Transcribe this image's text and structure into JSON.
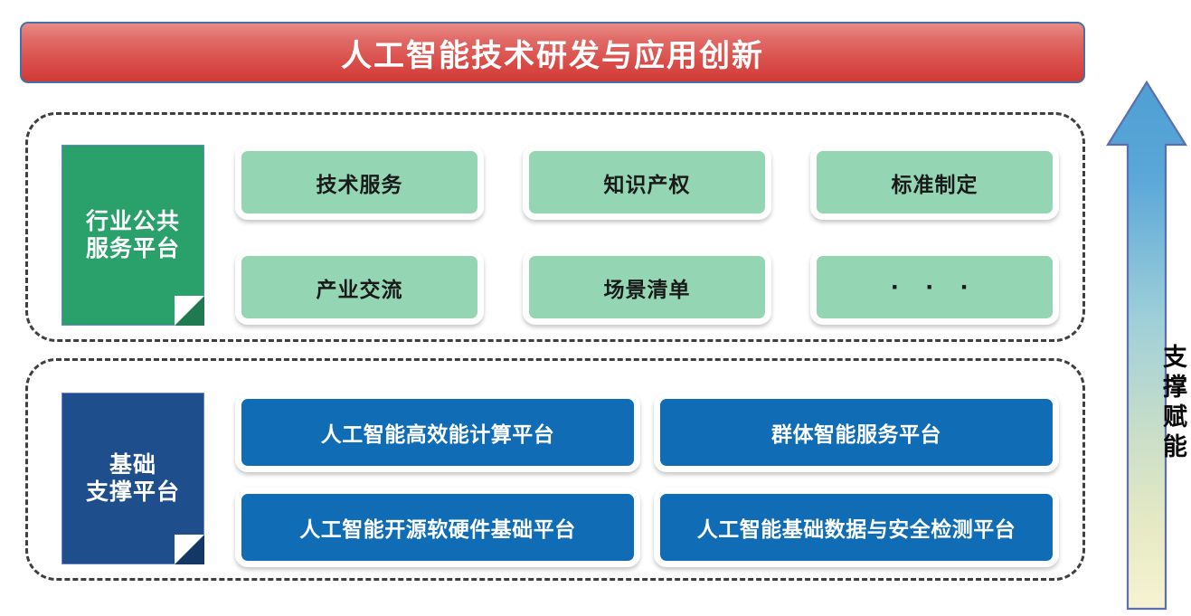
{
  "title": {
    "text": "人工智能技术研发与应用创新"
  },
  "groups": [
    {
      "id": "public-service",
      "category": {
        "label": "行业公共\n服务平台",
        "color": "#2aa06b"
      },
      "tiles": [
        {
          "label": "技术服务"
        },
        {
          "label": "知识产权"
        },
        {
          "label": "标准制定"
        },
        {
          "label": "产业交流"
        },
        {
          "label": "场景清单"
        },
        {
          "label": "· · ·"
        }
      ],
      "tile_color": "#94d6b4"
    },
    {
      "id": "base-support",
      "category": {
        "label": "基础\n支撑平台",
        "color": "#1f4e8c"
      },
      "tiles": [
        {
          "label": "人工智能高效能计算平台"
        },
        {
          "label": "群体智能服务平台"
        },
        {
          "label": "人工智能开源软硬件基础平台"
        },
        {
          "label": "人工智能基础数据与安全检测平台"
        }
      ],
      "tile_color": "#0f6cb5"
    }
  ],
  "arrow": {
    "label": "支撑赋能",
    "direction": "up",
    "gradient_top": "#4f9fd4",
    "gradient_bottom": "#f6f3d2",
    "outline": "#5b6fb0"
  },
  "colors": {
    "title_gradient_top": "#e98b86",
    "title_gradient_bottom": "#cf3b37",
    "title_border": "#4472a8",
    "dashed_border": "#3f3f3f",
    "background": "#ffffff"
  }
}
